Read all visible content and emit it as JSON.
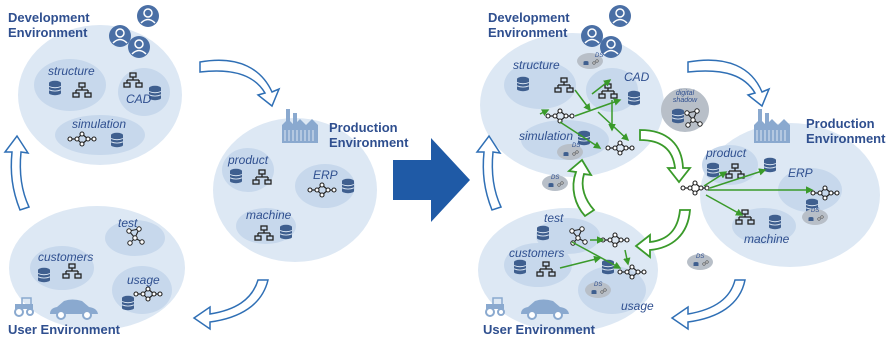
{
  "left_panel": {
    "development": {
      "title_line1": "Development",
      "title_line2": "Environment",
      "structure": "structure",
      "cad": "CAD",
      "simulation": "simulation"
    },
    "production": {
      "title_line1": "Production",
      "title_line2": "Environment",
      "product": "product",
      "erp": "ERP",
      "machine": "machine"
    },
    "user": {
      "title": "User Environment",
      "test": "test",
      "customers": "customers",
      "usage": "usage"
    }
  },
  "right_panel": {
    "development": {
      "title_line1": "Development",
      "title_line2": "Environment",
      "structure": "structure",
      "cad": "CAD",
      "simulation": "simulation"
    },
    "production": {
      "title_line1": "Production",
      "title_line2": "Environment",
      "product": "product",
      "erp": "ERP",
      "machine": "machine"
    },
    "user": {
      "title": "User Environment",
      "test": "test",
      "customers": "customers",
      "usage": "usage"
    },
    "digital_shadow_line1": "digital",
    "digital_shadow_line2": "shadow",
    "ds_label": "DS"
  },
  "colors": {
    "bubble_fill": "#dde8f4",
    "inner_fill": "#c7d8ec",
    "text_blue": "#2f4f8f",
    "transition_arrow": "#1f5aa6",
    "green_flow": "#3a9a2a",
    "cycle_arrow_outline": "#2f6fb5"
  }
}
